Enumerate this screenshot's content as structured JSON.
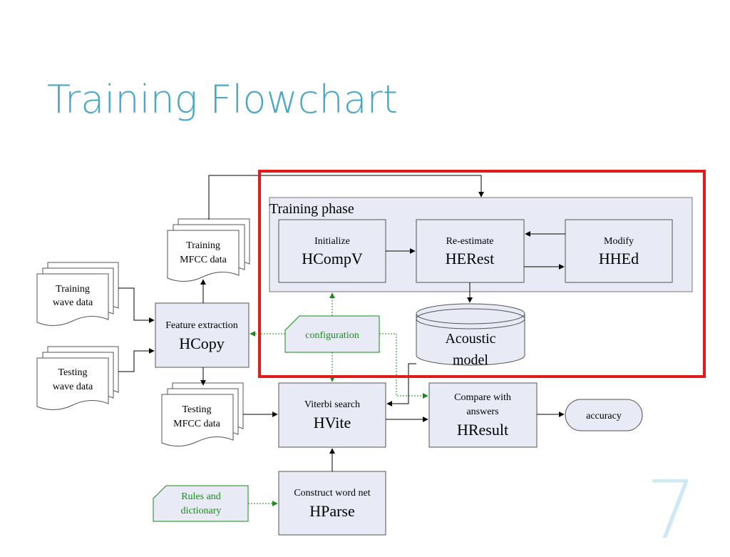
{
  "slide": {
    "title": "Training Flowchart",
    "page_number": "7",
    "highlight_color": "#e01b1b",
    "title_color": "#4aa8c6",
    "node_fill": "#e8ebf5",
    "config_color": "#1a8a1a"
  },
  "diagram": {
    "training_phase_label": "Training phase",
    "nodes": {
      "training_wave": {
        "line1": "Training",
        "line2": "wave data"
      },
      "testing_wave": {
        "line1": "Testing",
        "line2": "wave data"
      },
      "training_mfcc": {
        "line1": "Training",
        "line2": "MFCC data"
      },
      "testing_mfcc": {
        "line1": "Testing",
        "line2": "MFCC data"
      },
      "feature_extraction": {
        "label": "Feature extraction",
        "tool": "HCopy"
      },
      "initialize": {
        "label": "Initialize",
        "tool": "HCompV"
      },
      "reestimate": {
        "label": "Re-estimate",
        "tool": "HERest"
      },
      "modify": {
        "label": "Modify",
        "tool": "HHEd"
      },
      "acoustic_model": {
        "line1": "Acoustic",
        "line2": "model"
      },
      "configuration": {
        "label": "configuration"
      },
      "viterbi": {
        "label": "Viterbi search",
        "tool": "HVite"
      },
      "compare": {
        "line1": "Compare with",
        "line2": "answers",
        "tool": "HResult"
      },
      "accuracy": {
        "label": "accuracy"
      },
      "rules": {
        "line1": "Rules and",
        "line2": "dictionary"
      },
      "construct": {
        "label": "Construct word net",
        "tool": "HParse"
      }
    }
  }
}
